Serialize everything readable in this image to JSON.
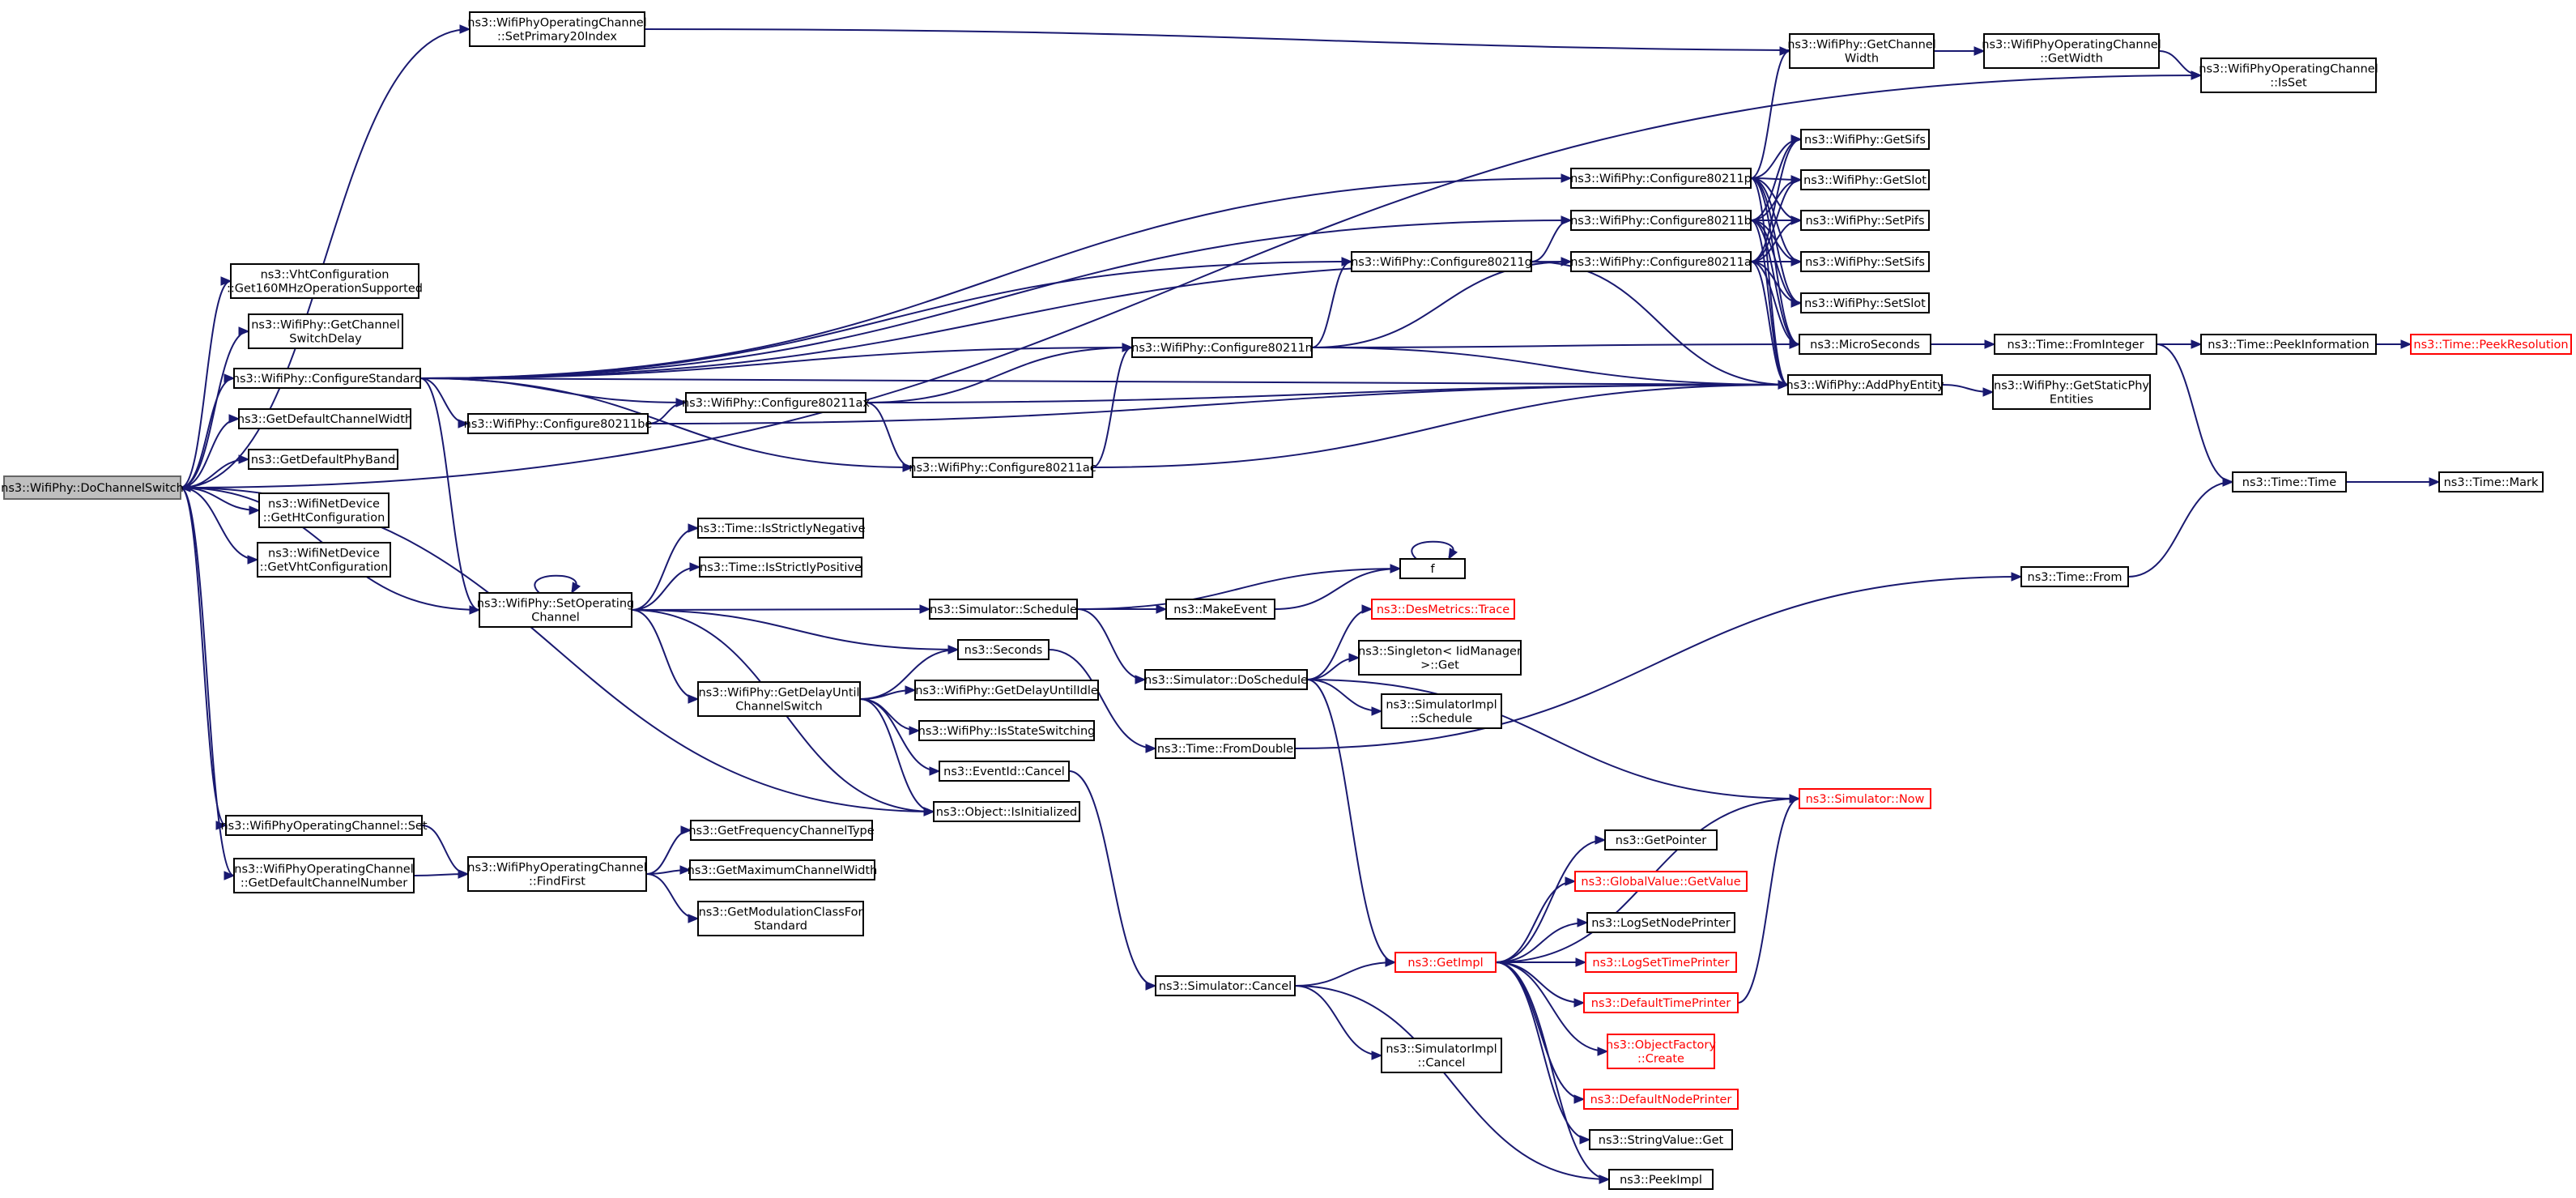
{
  "nodes": [
    {
      "id": "DoChannelSwitch",
      "lines": [
        "ns3::WifiPhy::DoChannelSwitch"
      ]
    },
    {
      "id": "SetPrimary20Index",
      "lines": [
        "ns3::WifiPhyOperatingChannel",
        "::SetPrimary20Index"
      ]
    },
    {
      "id": "Get160",
      "lines": [
        "ns3::VhtConfiguration",
        "::Get160MHzOperationSupported"
      ]
    },
    {
      "id": "GetChannelSwitchDelay",
      "lines": [
        "ns3::WifiPhy::GetChannel",
        "SwitchDelay"
      ]
    },
    {
      "id": "ConfigureStandard",
      "lines": [
        "ns3::WifiPhy::ConfigureStandard"
      ]
    },
    {
      "id": "GetDefaultChannelWidth",
      "lines": [
        "ns3::GetDefaultChannelWidth"
      ]
    },
    {
      "id": "GetDefaultPhyBand",
      "lines": [
        "ns3::GetDefaultPhyBand"
      ]
    },
    {
      "id": "GetHtConfiguration",
      "lines": [
        "ns3::WifiNetDevice",
        "::GetHtConfiguration"
      ]
    },
    {
      "id": "GetVhtConfiguration",
      "lines": [
        "ns3::WifiNetDevice",
        "::GetVhtConfiguration"
      ]
    },
    {
      "id": "OCSet",
      "lines": [
        "ns3::WifiPhyOperatingChannel::Set"
      ]
    },
    {
      "id": "GetDefaultChannelNumber",
      "lines": [
        "ns3::WifiPhyOperatingChannel",
        "::GetDefaultChannelNumber"
      ]
    },
    {
      "id": "Configure80211be",
      "lines": [
        "ns3::WifiPhy::Configure80211be"
      ]
    },
    {
      "id": "Configure80211ax",
      "lines": [
        "ns3::WifiPhy::Configure80211ax"
      ]
    },
    {
      "id": "SetOperatingChannel",
      "lines": [
        "ns3::WifiPhy::SetOperating",
        "Channel"
      ]
    },
    {
      "id": "IsStrictlyNegative",
      "lines": [
        "ns3::Time::IsStrictlyNegative"
      ]
    },
    {
      "id": "IsStrictlyPositive",
      "lines": [
        "ns3::Time::IsStrictlyPositive"
      ]
    },
    {
      "id": "GetDelayUntilChannelSwitch",
      "lines": [
        "ns3::WifiPhy::GetDelayUntil",
        "ChannelSwitch"
      ]
    },
    {
      "id": "FindFirst",
      "lines": [
        "ns3::WifiPhyOperatingChannel",
        "::FindFirst"
      ]
    },
    {
      "id": "GetFrequencyChannelType",
      "lines": [
        "ns3::GetFrequencyChannelType"
      ]
    },
    {
      "id": "GetMaximumChannelWidth",
      "lines": [
        "ns3::GetMaximumChannelWidth"
      ]
    },
    {
      "id": "GetModulationClassForStandard",
      "lines": [
        "ns3::GetModulationClassFor",
        "Standard"
      ]
    },
    {
      "id": "SimSchedule",
      "lines": [
        "ns3::Simulator::Schedule"
      ]
    },
    {
      "id": "Seconds",
      "lines": [
        "ns3::Seconds"
      ]
    },
    {
      "id": "GetDelayUntilIdle",
      "lines": [
        "ns3::WifiPhy::GetDelayUntilIdle"
      ]
    },
    {
      "id": "IsStateSwitching",
      "lines": [
        "ns3::WifiPhy::IsStateSwitching"
      ]
    },
    {
      "id": "EventIdCancel",
      "lines": [
        "ns3::EventId::Cancel"
      ]
    },
    {
      "id": "IsInitialized",
      "lines": [
        "ns3::Object::IsInitialized"
      ]
    },
    {
      "id": "Configure80211ac",
      "lines": [
        "ns3::WifiPhy::Configure80211ac"
      ]
    },
    {
      "id": "Configure80211n",
      "lines": [
        "ns3::WifiPhy::Configure80211n"
      ]
    },
    {
      "id": "Configure80211g",
      "lines": [
        "ns3::WifiPhy::Configure80211g"
      ]
    },
    {
      "id": "MakeEvent",
      "lines": [
        "ns3::MakeEvent"
      ]
    },
    {
      "id": "f",
      "lines": [
        "f"
      ]
    },
    {
      "id": "DoSchedule",
      "lines": [
        "ns3::Simulator::DoSchedule"
      ]
    },
    {
      "id": "FromDouble",
      "lines": [
        "ns3::Time::FromDouble"
      ]
    },
    {
      "id": "DesMetricsTrace",
      "lines": [
        "ns3::DesMetrics::Trace"
      ],
      "red": true
    },
    {
      "id": "SingletonGet",
      "lines": [
        "ns3::Singleton< IidManager",
        " >::Get"
      ]
    },
    {
      "id": "SimImplSchedule",
      "lines": [
        "ns3::SimulatorImpl",
        "::Schedule"
      ]
    },
    {
      "id": "SimCancel",
      "lines": [
        "ns3::Simulator::Cancel"
      ]
    },
    {
      "id": "SimImplCancel",
      "lines": [
        "ns3::SimulatorImpl",
        "::Cancel"
      ]
    },
    {
      "id": "GetImpl",
      "lines": [
        "ns3::GetImpl"
      ],
      "red": true
    },
    {
      "id": "Configure80211p",
      "lines": [
        "ns3::WifiPhy::Configure80211p"
      ]
    },
    {
      "id": "Configure80211b",
      "lines": [
        "ns3::WifiPhy::Configure80211b"
      ]
    },
    {
      "id": "Configure80211a",
      "lines": [
        "ns3::WifiPhy::Configure80211a"
      ]
    },
    {
      "id": "GetPointer",
      "lines": [
        "ns3::GetPointer"
      ]
    },
    {
      "id": "GlobalValueGetValue",
      "lines": [
        "ns3::GlobalValue::GetValue"
      ],
      "red": true
    },
    {
      "id": "LogSetNodePrinter",
      "lines": [
        "ns3::LogSetNodePrinter"
      ]
    },
    {
      "id": "LogSetTimePrinter",
      "lines": [
        "ns3::LogSetTimePrinter"
      ],
      "red": true
    },
    {
      "id": "DefaultTimePrinter",
      "lines": [
        "ns3::DefaultTimePrinter"
      ],
      "red": true
    },
    {
      "id": "ObjectFactoryCreate",
      "lines": [
        "ns3::ObjectFactory",
        "::Create"
      ],
      "red": true
    },
    {
      "id": "DefaultNodePrinter",
      "lines": [
        "ns3::DefaultNodePrinter"
      ],
      "red": true
    },
    {
      "id": "StringValueGet",
      "lines": [
        "ns3::StringValue::Get"
      ]
    },
    {
      "id": "PeekImpl",
      "lines": [
        "ns3::PeekImpl"
      ]
    },
    {
      "id": "GetChannelWidth",
      "lines": [
        "ns3::WifiPhy::GetChannel",
        "Width"
      ]
    },
    {
      "id": "OCGetWidth",
      "lines": [
        "ns3::WifiPhyOperatingChannel",
        "::GetWidth"
      ]
    },
    {
      "id": "OCIsSet",
      "lines": [
        "ns3::WifiPhyOperatingChannel",
        "::IsSet"
      ]
    },
    {
      "id": "GetSifs",
      "lines": [
        "ns3::WifiPhy::GetSifs"
      ]
    },
    {
      "id": "GetSlot",
      "lines": [
        "ns3::WifiPhy::GetSlot"
      ]
    },
    {
      "id": "SetPifs",
      "lines": [
        "ns3::WifiPhy::SetPifs"
      ]
    },
    {
      "id": "SetSifs",
      "lines": [
        "ns3::WifiPhy::SetSifs"
      ]
    },
    {
      "id": "SetSlot",
      "lines": [
        "ns3::WifiPhy::SetSlot"
      ]
    },
    {
      "id": "MicroSeconds",
      "lines": [
        "ns3::MicroSeconds"
      ]
    },
    {
      "id": "AddPhyEntity",
      "lines": [
        "ns3::WifiPhy::AddPhyEntity"
      ]
    },
    {
      "id": "GetStaticPhyEntities",
      "lines": [
        "ns3::WifiPhy::GetStaticPhy",
        "Entities"
      ]
    },
    {
      "id": "SimNow",
      "lines": [
        "ns3::Simulator::Now"
      ],
      "red": true
    },
    {
      "id": "TimeFrom",
      "lines": [
        "ns3::Time::From"
      ]
    },
    {
      "id": "FromInteger",
      "lines": [
        "ns3::Time::FromInteger"
      ]
    },
    {
      "id": "PeekInformation",
      "lines": [
        "ns3::Time::PeekInformation"
      ]
    },
    {
      "id": "PeekResolution",
      "lines": [
        "ns3::Time::PeekResolution"
      ],
      "red": true
    },
    {
      "id": "TimeTime",
      "lines": [
        "ns3::Time::Time"
      ]
    },
    {
      "id": "TimeMark",
      "lines": [
        "ns3::Time::Mark"
      ]
    }
  ],
  "edges": [
    [
      "DoChannelSwitch",
      "SetPrimary20Index"
    ],
    [
      "DoChannelSwitch",
      "Get160"
    ],
    [
      "DoChannelSwitch",
      "GetChannelSwitchDelay"
    ],
    [
      "DoChannelSwitch",
      "ConfigureStandard"
    ],
    [
      "DoChannelSwitch",
      "GetDefaultChannelWidth"
    ],
    [
      "DoChannelSwitch",
      "GetDefaultPhyBand"
    ],
    [
      "DoChannelSwitch",
      "GetHtConfiguration"
    ],
    [
      "DoChannelSwitch",
      "GetVhtConfiguration"
    ],
    [
      "DoChannelSwitch",
      "OCSet"
    ],
    [
      "DoChannelSwitch",
      "GetDefaultChannelNumber"
    ],
    [
      "DoChannelSwitch",
      "OCIsSet"
    ],
    [
      "DoChannelSwitch",
      "IsInitialized"
    ],
    [
      "SetOperatingChannel",
      "DoChannelSwitch"
    ],
    [
      "SetOperatingChannel",
      "SetOperatingChannel"
    ],
    [
      "SetPrimary20Index",
      "OCGetWidth"
    ],
    [
      "ConfigureStandard",
      "Configure80211p"
    ],
    [
      "ConfigureStandard",
      "Configure80211b"
    ],
    [
      "ConfigureStandard",
      "Configure80211a"
    ],
    [
      "ConfigureStandard",
      "Configure80211g"
    ],
    [
      "ConfigureStandard",
      "Configure80211n"
    ],
    [
      "ConfigureStandard",
      "Configure80211ax"
    ],
    [
      "ConfigureStandard",
      "Configure80211be"
    ],
    [
      "ConfigureStandard",
      "Configure80211ac"
    ],
    [
      "ConfigureStandard",
      "SetOperatingChannel"
    ],
    [
      "ConfigureStandard",
      "AddPhyEntity"
    ],
    [
      "OCSet",
      "FindFirst"
    ],
    [
      "GetDefaultChannelNumber",
      "FindFirst"
    ],
    [
      "FindFirst",
      "GetFrequencyChannelType"
    ],
    [
      "FindFirst",
      "GetMaximumChannelWidth"
    ],
    [
      "FindFirst",
      "GetModulationClassForStandard"
    ],
    [
      "Configure80211be",
      "Configure80211ax"
    ],
    [
      "Configure80211be",
      "AddPhyEntity"
    ],
    [
      "Configure80211ax",
      "Configure80211n"
    ],
    [
      "Configure80211ax",
      "Configure80211ac"
    ],
    [
      "Configure80211ax",
      "AddPhyEntity"
    ],
    [
      "Configure80211ac",
      "Configure80211n"
    ],
    [
      "Configure80211ac",
      "AddPhyEntity"
    ],
    [
      "Configure80211n",
      "Configure80211g"
    ],
    [
      "Configure80211n",
      "Configure80211a"
    ],
    [
      "Configure80211n",
      "MicroSeconds"
    ],
    [
      "Configure80211n",
      "AddPhyEntity"
    ],
    [
      "Configure80211g",
      "Configure80211b"
    ],
    [
      "Configure80211g",
      "AddPhyEntity"
    ],
    [
      "Configure80211p",
      "GetChannelWidth"
    ],
    [
      "Configure80211p",
      "GetSifs"
    ],
    [
      "Configure80211p",
      "GetSlot"
    ],
    [
      "Configure80211p",
      "SetPifs"
    ],
    [
      "Configure80211p",
      "SetSifs"
    ],
    [
      "Configure80211p",
      "SetSlot"
    ],
    [
      "Configure80211p",
      "MicroSeconds"
    ],
    [
      "Configure80211p",
      "AddPhyEntity"
    ],
    [
      "Configure80211b",
      "GetSifs"
    ],
    [
      "Configure80211b",
      "GetSlot"
    ],
    [
      "Configure80211b",
      "SetPifs"
    ],
    [
      "Configure80211b",
      "SetSifs"
    ],
    [
      "Configure80211b",
      "SetSlot"
    ],
    [
      "Configure80211b",
      "MicroSeconds"
    ],
    [
      "Configure80211b",
      "AddPhyEntity"
    ],
    [
      "Configure80211a",
      "GetSifs"
    ],
    [
      "Configure80211a",
      "GetSlot"
    ],
    [
      "Configure80211a",
      "SetPifs"
    ],
    [
      "Configure80211a",
      "SetSifs"
    ],
    [
      "Configure80211a",
      "SetSlot"
    ],
    [
      "Configure80211a",
      "MicroSeconds"
    ],
    [
      "Configure80211a",
      "AddPhyEntity"
    ],
    [
      "GetChannelWidth",
      "OCGetWidth"
    ],
    [
      "OCGetWidth",
      "OCIsSet"
    ],
    [
      "AddPhyEntity",
      "GetStaticPhyEntities"
    ],
    [
      "MicroSeconds",
      "FromInteger"
    ],
    [
      "FromInteger",
      "PeekInformation"
    ],
    [
      "FromInteger",
      "TimeTime"
    ],
    [
      "PeekInformation",
      "PeekResolution"
    ],
    [
      "TimeTime",
      "TimeMark"
    ],
    [
      "TimeFrom",
      "TimeTime"
    ],
    [
      "SetOperatingChannel",
      "IsStrictlyNegative"
    ],
    [
      "SetOperatingChannel",
      "IsStrictlyPositive"
    ],
    [
      "SetOperatingChannel",
      "SimSchedule"
    ],
    [
      "SetOperatingChannel",
      "Seconds"
    ],
    [
      "SetOperatingChannel",
      "GetDelayUntilChannelSwitch"
    ],
    [
      "SetOperatingChannel",
      "IsInitialized"
    ],
    [
      "GetDelayUntilChannelSwitch",
      "Seconds"
    ],
    [
      "GetDelayUntilChannelSwitch",
      "GetDelayUntilIdle"
    ],
    [
      "GetDelayUntilChannelSwitch",
      "IsStateSwitching"
    ],
    [
      "GetDelayUntilChannelSwitch",
      "EventIdCancel"
    ],
    [
      "GetDelayUntilChannelSwitch",
      "IsInitialized"
    ],
    [
      "SimSchedule",
      "MakeEvent"
    ],
    [
      "SimSchedule",
      "f"
    ],
    [
      "SimSchedule",
      "DoSchedule"
    ],
    [
      "MakeEvent",
      "f"
    ],
    [
      "f",
      "f"
    ],
    [
      "Seconds",
      "FromDouble"
    ],
    [
      "DoSchedule",
      "DesMetricsTrace"
    ],
    [
      "DoSchedule",
      "SingletonGet"
    ],
    [
      "DoSchedule",
      "SimImplSchedule"
    ],
    [
      "DoSchedule",
      "SimNow"
    ],
    [
      "DoSchedule",
      "GetImpl"
    ],
    [
      "FromDouble",
      "TimeFrom"
    ],
    [
      "EventIdCancel",
      "SimCancel"
    ],
    [
      "SimCancel",
      "SimImplCancel"
    ],
    [
      "SimCancel",
      "GetImpl"
    ],
    [
      "SimCancel",
      "PeekImpl"
    ],
    [
      "GetImpl",
      "SimNow"
    ],
    [
      "GetImpl",
      "GetPointer"
    ],
    [
      "GetImpl",
      "GlobalValueGetValue"
    ],
    [
      "GetImpl",
      "LogSetNodePrinter"
    ],
    [
      "GetImpl",
      "LogSetTimePrinter"
    ],
    [
      "GetImpl",
      "DefaultTimePrinter"
    ],
    [
      "GetImpl",
      "ObjectFactoryCreate"
    ],
    [
      "GetImpl",
      "DefaultNodePrinter"
    ],
    [
      "GetImpl",
      "StringValueGet"
    ],
    [
      "GetImpl",
      "PeekImpl"
    ],
    [
      "DefaultTimePrinter",
      "SimNow"
    ]
  ]
}
